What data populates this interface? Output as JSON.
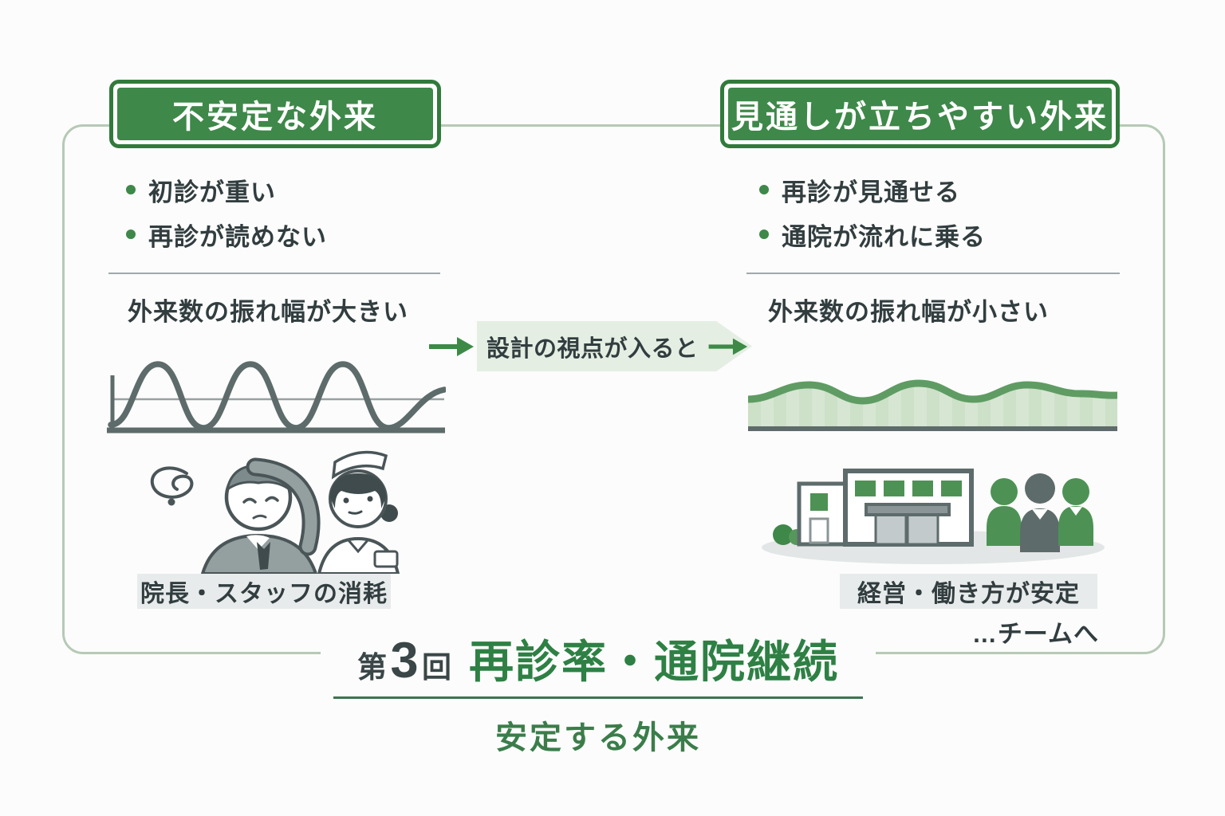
{
  "colors": {
    "brand_green": "#3e8849",
    "brand_green_dark": "#317a3c",
    "banner_green_light": "#e4eee3",
    "frame_green": "#b6c9b6",
    "text_dark": "#323d3f",
    "slate_gray": "#5d6b6b",
    "area_green_light": "#d7e6d3",
    "chip_gray": "#e8ebeb",
    "footer_green": "#2e8044"
  },
  "left_panel": {
    "title": "不安定な外来",
    "bullets": [
      "初診が重い",
      "再診が読めない"
    ],
    "chart_label": "外来数の振れ幅が大きい",
    "caption": "院長・スタッフの消耗"
  },
  "transition": {
    "label": "設計の視点が入ると"
  },
  "right_panel": {
    "title": "見通しが立ちやすい外来",
    "bullets": [
      "再診が見通せる",
      "通院が流れに乗る"
    ],
    "chart_label": "外来数の振れ幅が小さい",
    "caption": "経営・働き方が安定",
    "note": "…チームへ"
  },
  "footer": {
    "series_prefix": "第",
    "series_number": "3",
    "series_suffix": "回",
    "title": "再診率・通院継続",
    "subtitle": "安定する外来"
  }
}
